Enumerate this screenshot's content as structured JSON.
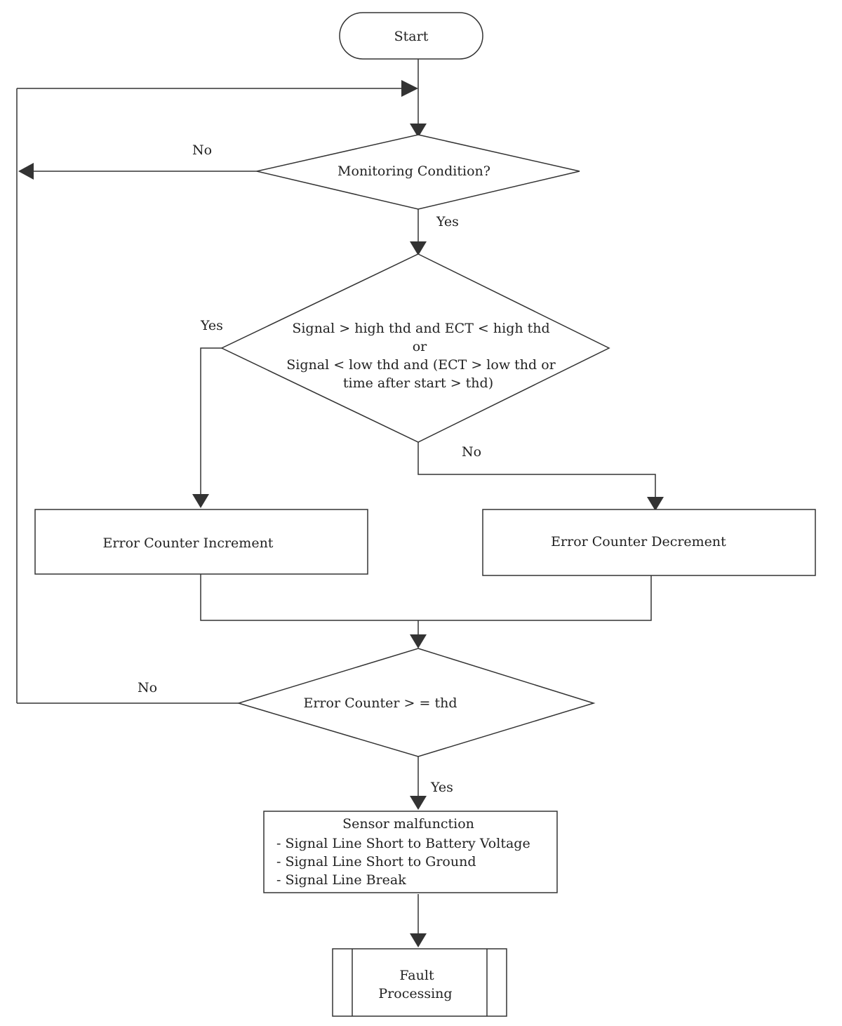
{
  "nodes": {
    "start": "Start",
    "monitoring": "Monitoring Condition?",
    "signal_check": [
      "Signal > high thd and ECT < high thd",
      "or",
      "Signal < low thd and (ECT > low thd or",
      "time after start > thd)"
    ],
    "increment": "Error Counter Increment",
    "decrement": "Error Counter Decrement",
    "counter_check": "Error Counter > = thd",
    "malfunction": {
      "title": "Sensor malfunction",
      "items": [
        "- Signal Line Short to Battery Voltage",
        "- Signal Line Short to Ground",
        "- Signal Line Break"
      ]
    },
    "fault": [
      "Fault",
      "Processing"
    ]
  },
  "edge_labels": {
    "monitoring_no": "No",
    "monitoring_yes": "Yes",
    "signal_yes": "Yes",
    "signal_no": "No",
    "counter_no": "No",
    "counter_yes": "Yes"
  }
}
